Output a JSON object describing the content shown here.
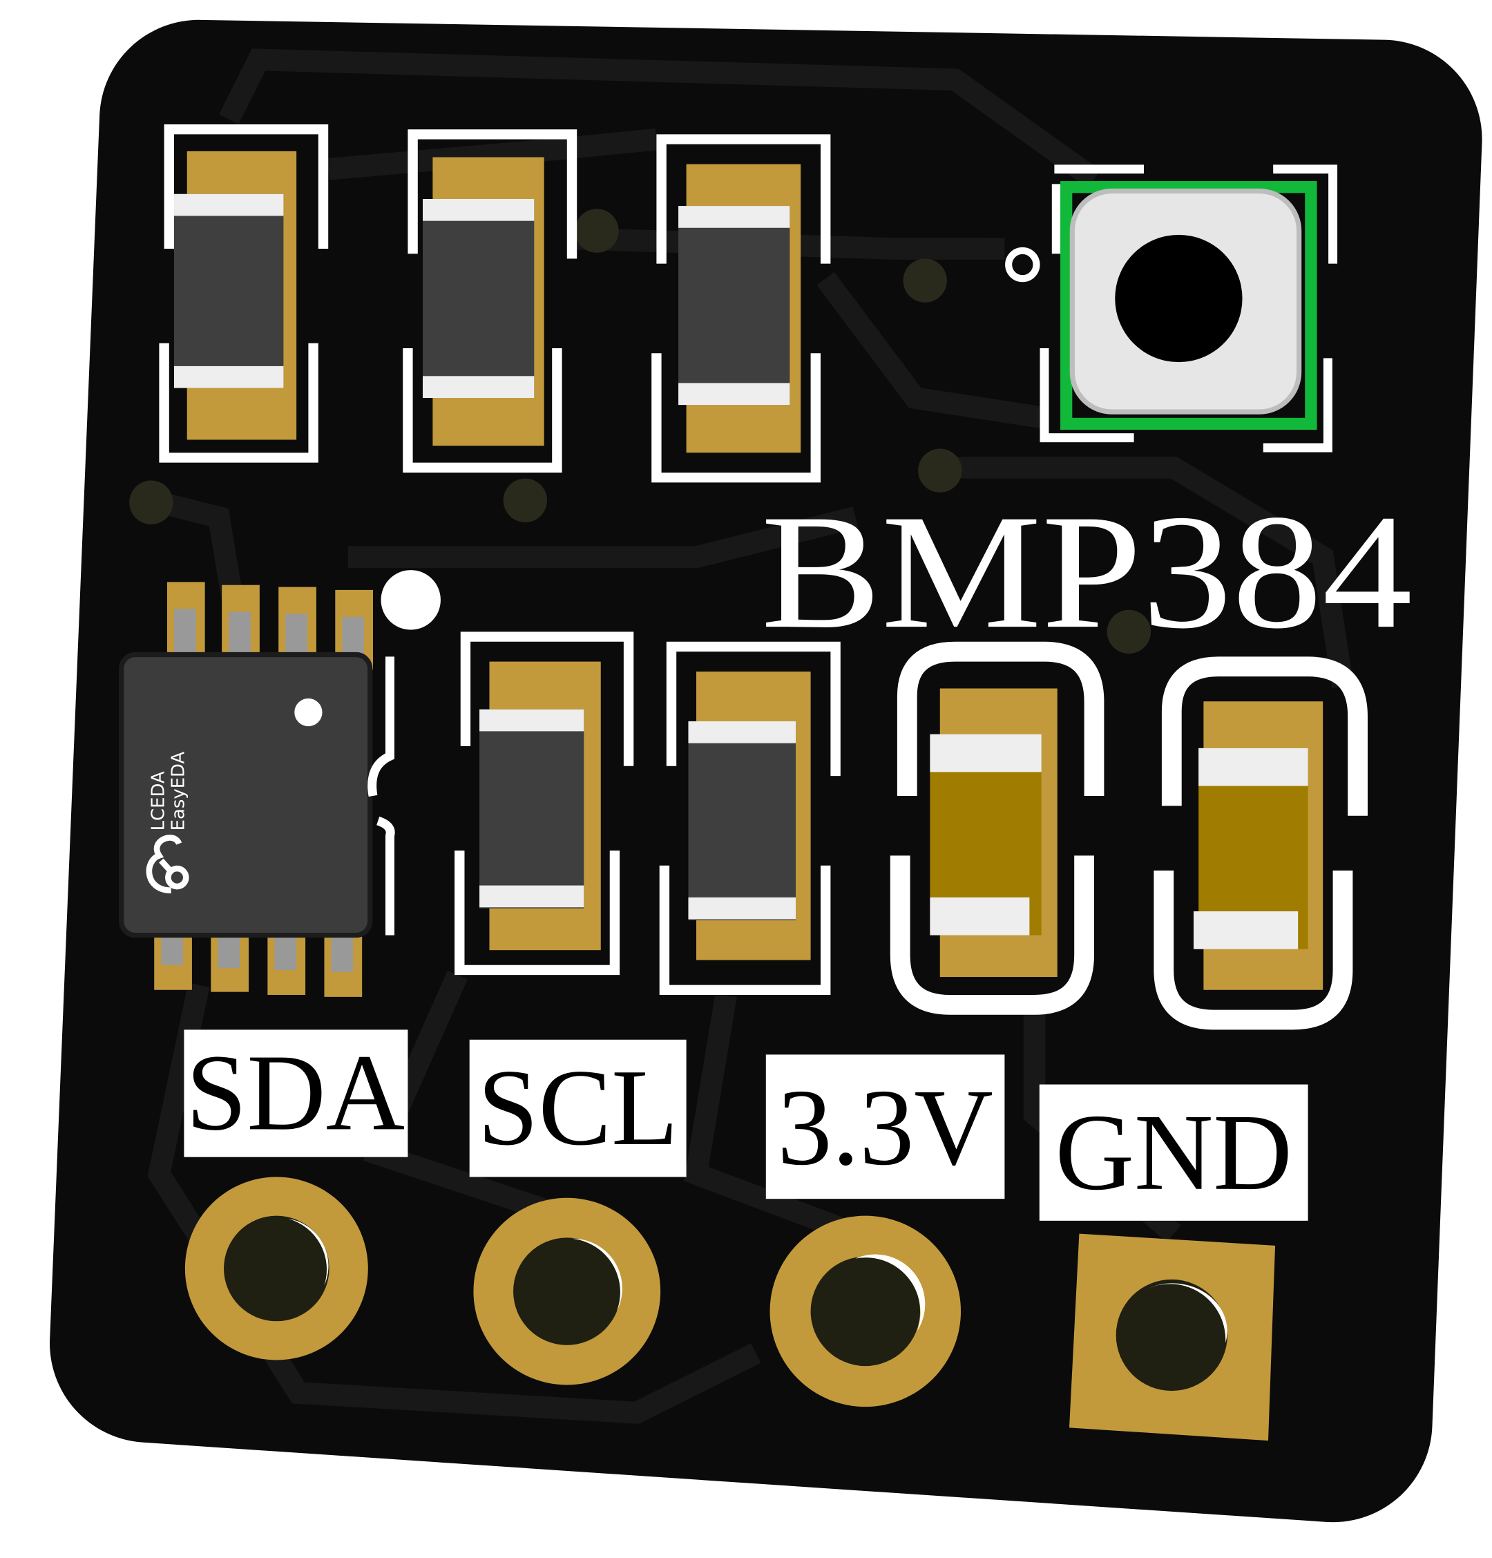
{
  "board": {
    "title": "BMP384",
    "chip_logo_lines": [
      "LCEDA",
      "EasyEDA"
    ],
    "pins": [
      {
        "label": "SDA",
        "pad": "round"
      },
      {
        "label": "SCL",
        "pad": "round"
      },
      {
        "label": "3.3V",
        "pad": "round"
      },
      {
        "label": "GND",
        "pad": "square"
      }
    ],
    "colors": {
      "board": "#0b0b0b",
      "trace": "#161616",
      "copper": "#c29a3c",
      "silkscreen": "#ffffff",
      "component_body": "#3f3f3f",
      "sensor_outline": "#12b83a",
      "capacitor_body": "#a07c00"
    }
  }
}
